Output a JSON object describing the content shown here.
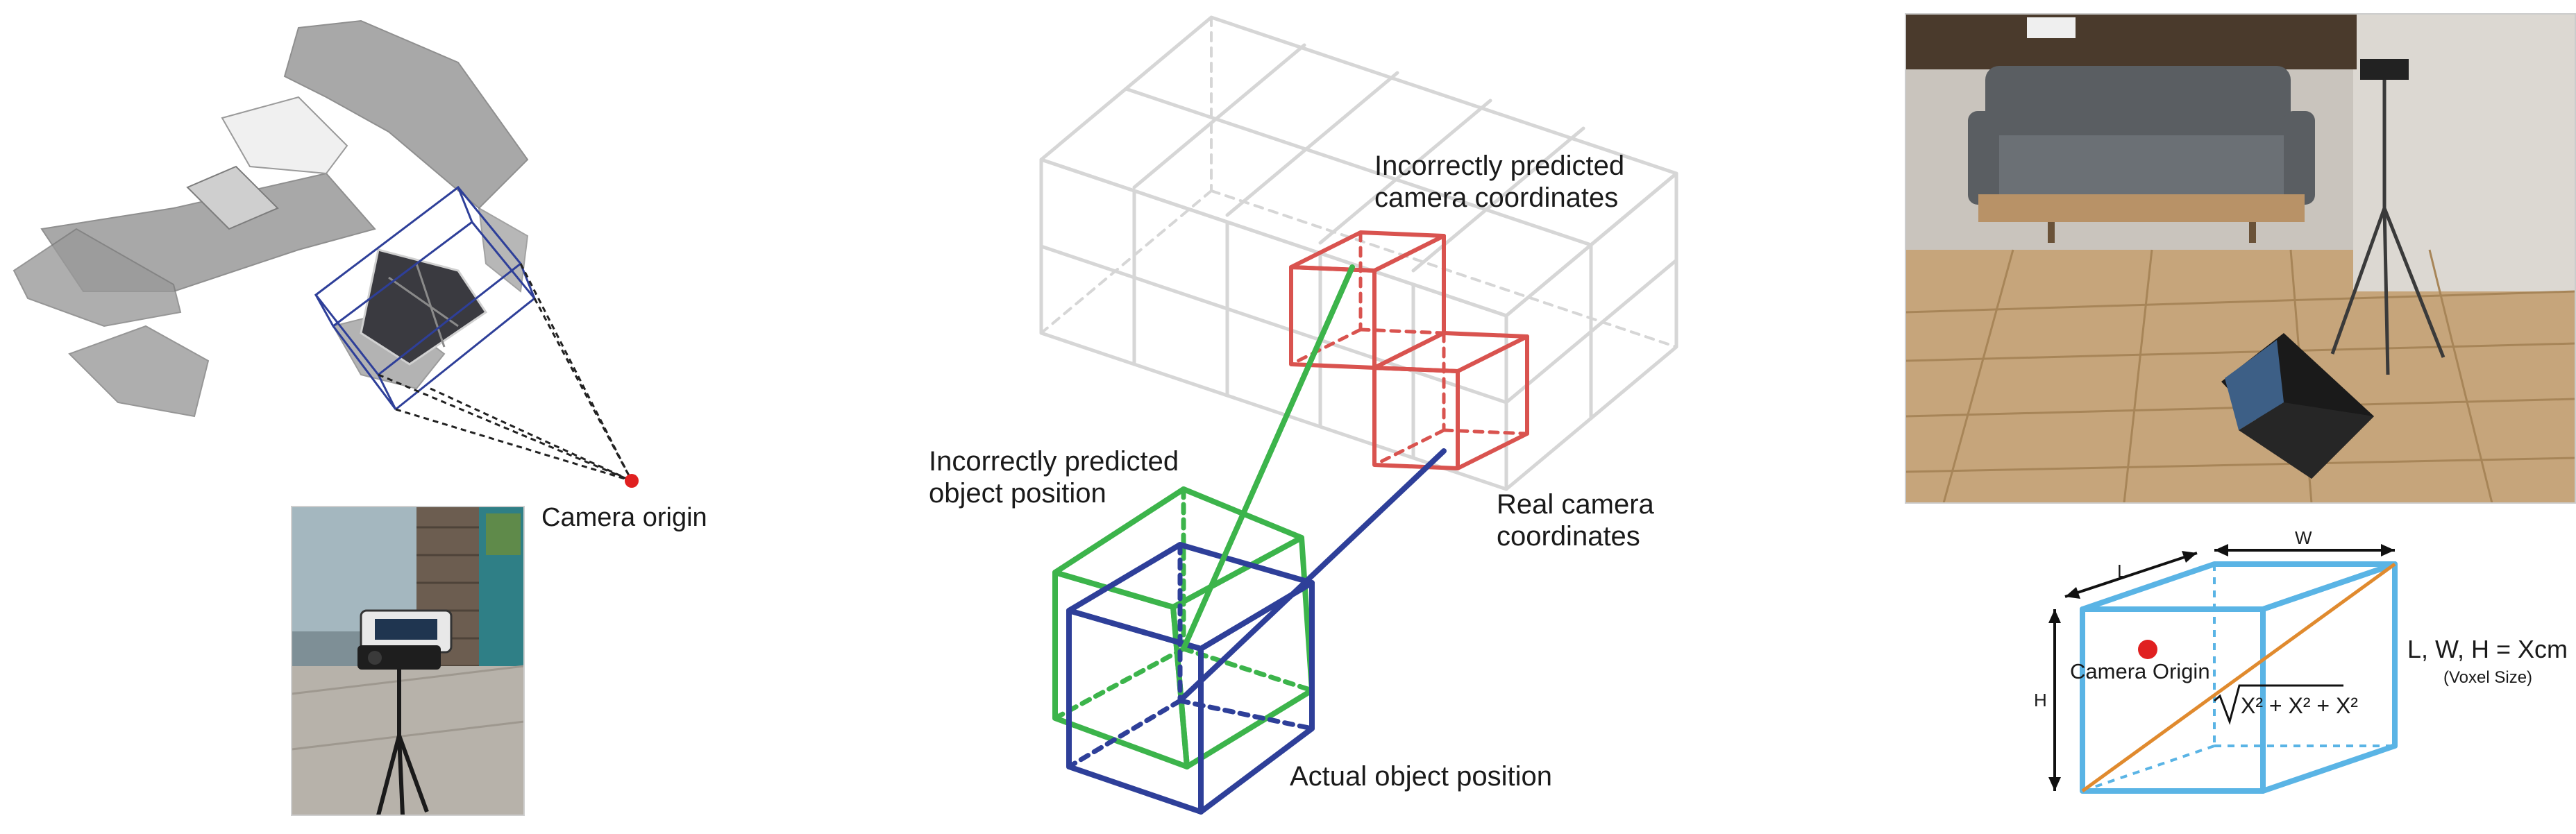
{
  "left_panel": {
    "camera_origin_label": "Camera origin"
  },
  "center_panel": {
    "incorrect_camera_label": [
      "Incorrectly predicted",
      "camera coordinates"
    ],
    "incorrect_object_label": [
      "Incorrectly predicted",
      "object position"
    ],
    "real_camera_label": [
      "Real camera",
      "coordinates"
    ],
    "actual_object_label": "Actual object position"
  },
  "right_panel": {
    "camera_origin_label": "Camera Origin",
    "dim_w": "W",
    "dim_l": "L",
    "dim_h": "H",
    "size_formula": "L, W, H = Xcm",
    "voxel_size_note": "(Voxel Size)",
    "diagonal_formula": "X² + X² + X²"
  },
  "colors": {
    "grid_gray": "#d6d6d6",
    "incorrect_red": "#d9534f",
    "incorrect_green": "#3cb44b",
    "actual_blue": "#2e3f99",
    "voxel_cyan": "#5ab4e5",
    "diagonal_orange": "#e08a2e",
    "origin_red": "#e02020"
  }
}
